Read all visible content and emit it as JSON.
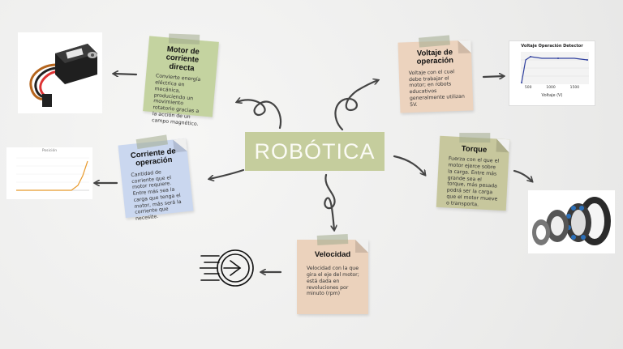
{
  "central_topic": "ROBÓTICA",
  "nodes": {
    "motor": {
      "title": "Motor de corriente directa",
      "text": "Convierte energía eléctrica en mecánica, produciendo un movimiento rotatorio gracias a la acción de un campo magnético."
    },
    "voltaje": {
      "title": "Voltaje de operación",
      "text": "Voltaje con el cual debe trabajar el motor; en robots educativos generalmente utilizan 5V."
    },
    "corriente": {
      "title": "Corriente de operación",
      "text": "Cantidad de corriente que el motor requiere. Entre más sea la carga que tenga el motor, más será la corriente que necesite."
    },
    "torque": {
      "title": "Torque",
      "text": "Fuerza con el que el motor ejerce sobre la carga. Entre más grande sea el torque, más pesada podrá ser la carga que el motor mueve o transporta."
    },
    "velocidad": {
      "title": "Velocidad",
      "text": "Velocidad con la que gira el eje del motor; está dada en revoluciones por minuto (rpm)"
    }
  },
  "voltage_chart": {
    "title": "Voltaje Operación Detector",
    "xlabel": "Voltaje (V)",
    "x_ticks": [
      "500",
      "1000",
      "1500"
    ]
  },
  "current_chart": {
    "title": "Posición"
  },
  "colors": {
    "center": "#c5cd9d",
    "motor_note": "#c4d3a0",
    "voltaje_note": "#ecd3be",
    "corriente_note": "#cad7ef",
    "torque_note": "#c7c79d",
    "velocidad_note": "#ebd2bc",
    "arrow": "#444444"
  },
  "icons": [
    "dc-motor-image-icon",
    "voltage-chart-icon",
    "current-chart-icon",
    "bearing-image-icon",
    "speed-dial-icon"
  ]
}
